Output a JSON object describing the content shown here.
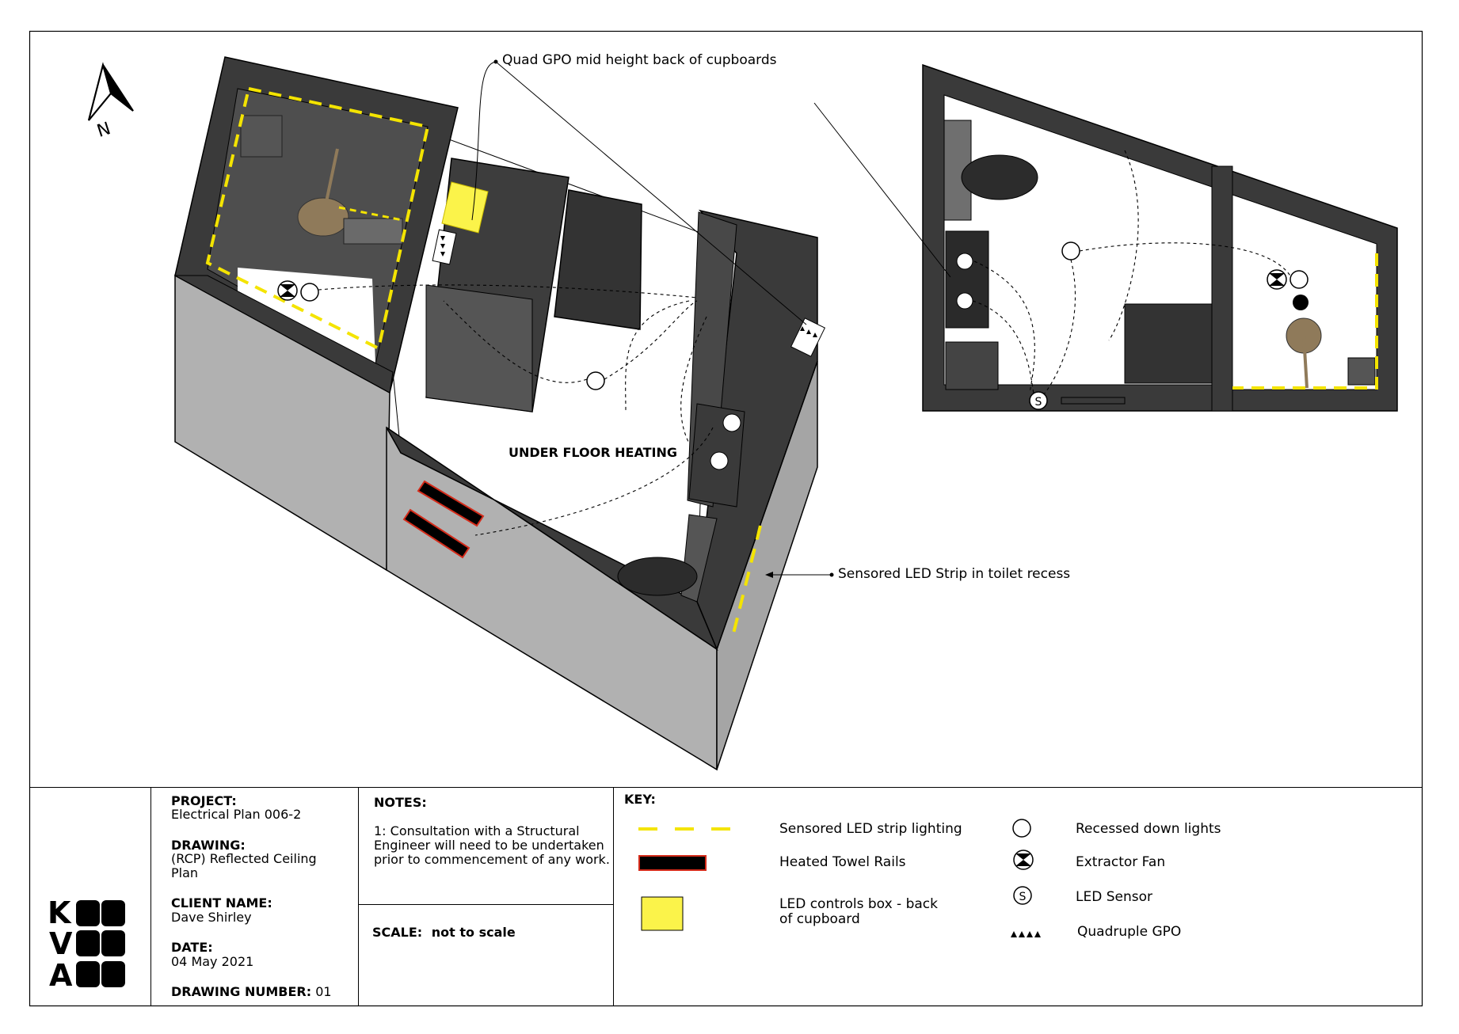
{
  "north_label": "N",
  "plan": {
    "center_label": "UNDER FLOOR HEATING",
    "sensor_symbol": "S"
  },
  "annotations": {
    "quad_gpo": "Quad GPO mid height back of cupboards",
    "led_strip": "Sensored LED Strip in toilet recess"
  },
  "title_block": {
    "logo_letters": [
      "K",
      "V",
      "A"
    ],
    "project_label": "PROJECT:",
    "project_value": "Electrical Plan 006-2",
    "drawing_label": "DRAWING:",
    "drawing_value": "(RCP) Reflected Ceiling Plan",
    "client_label": "CLIENT NAME:",
    "client_value": "Dave Shirley",
    "date_label": "DATE:",
    "date_value": "04 May 2021",
    "drawing_number_label": "DRAWING NUMBER:",
    "drawing_number_value": "01",
    "notes_label": "NOTES:",
    "notes_text": "1: Consultation with a Structural Engineer will need to be undertaken prior to commencement of any work.",
    "scale_label": "SCALE:",
    "scale_value": "not to scale"
  },
  "key": {
    "title": "KEY:",
    "items": {
      "led_strip": "Sensored LED strip lighting",
      "towel_rails": "Heated Towel Rails",
      "controls_box": "LED controls box - back of cupboard",
      "downlights": "Recessed down lights",
      "extractor": "Extractor Fan",
      "sensor": "LED Sensor",
      "gpo": "Quadruple GPO"
    },
    "sensor_symbol": "S"
  },
  "colors": {
    "wall_top": "#3a3a3a",
    "wall_face": "#b1b1b1",
    "floor": "#ffffff",
    "led_strip": "#f4e400",
    "controls_box": "#fbf34a",
    "towel_rail": "#000000",
    "towel_rail_edge": "#d42b1a",
    "wood": "#8f7a5a",
    "stone": "#4a4a4a"
  }
}
